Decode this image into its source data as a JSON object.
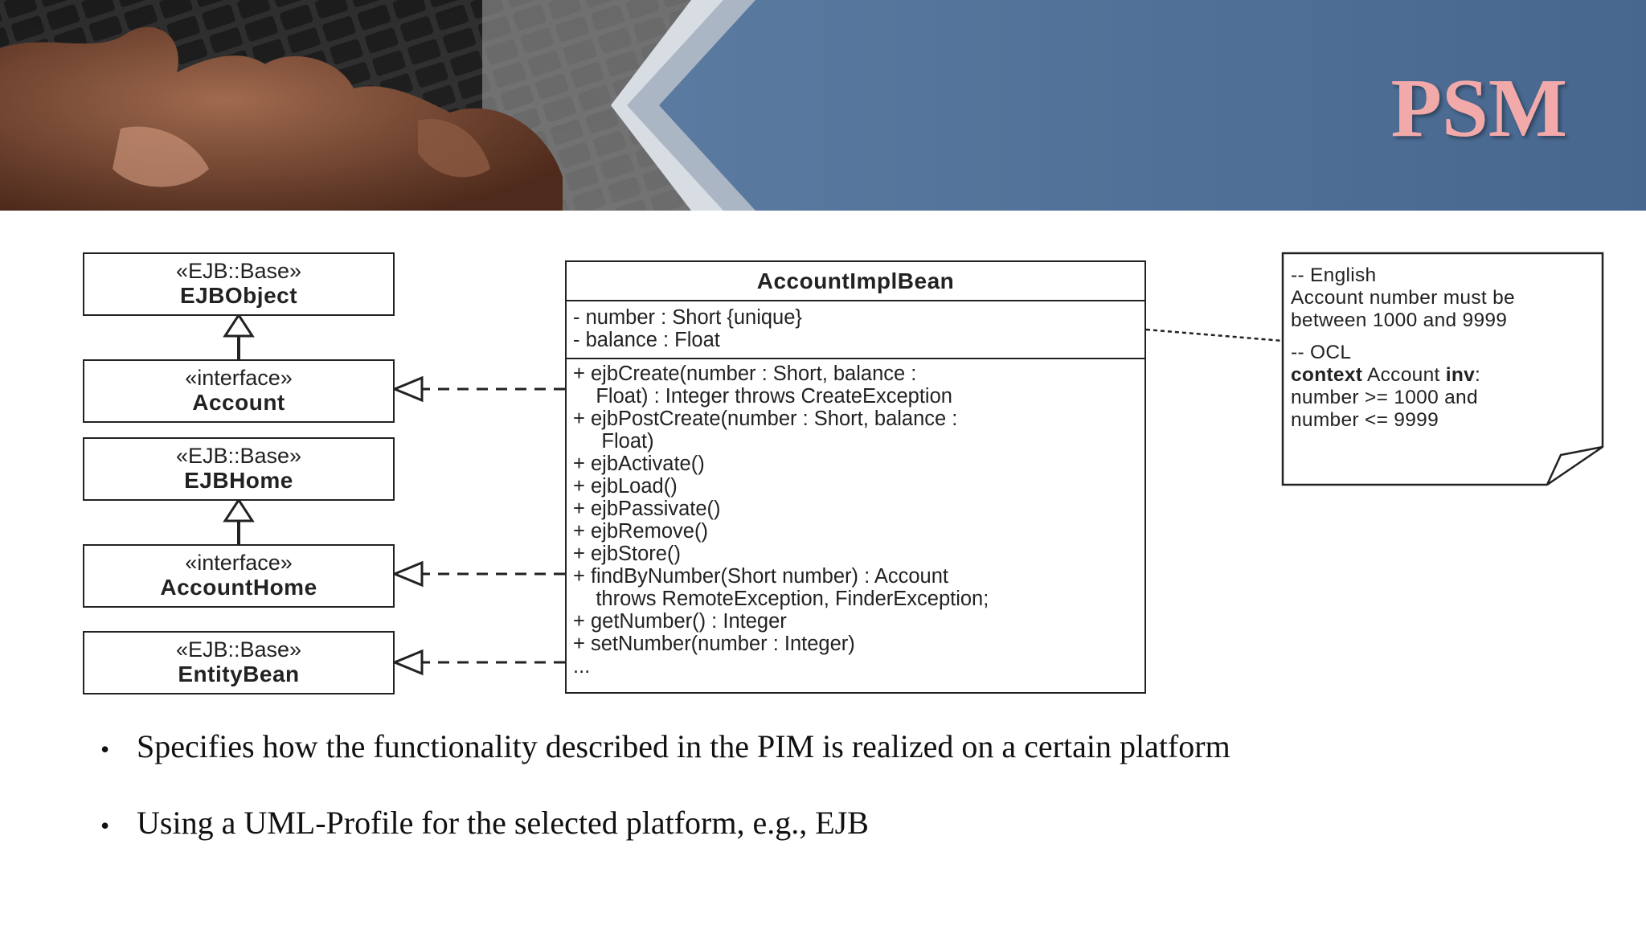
{
  "slide": {
    "title": "PSM"
  },
  "classes": {
    "ejbobject": {
      "stereotype": "«EJB::Base»",
      "name": "EJBObject"
    },
    "account": {
      "stereotype": "«interface»",
      "name": "Account"
    },
    "ejbhome": {
      "stereotype": "«EJB::Base»",
      "name": "EJBHome"
    },
    "accounthome": {
      "stereotype": "«interface»",
      "name": "AccountHome"
    },
    "entitybean": {
      "stereotype": "«EJB::Base»",
      "name": "EntityBean"
    }
  },
  "impl": {
    "name": "AccountImplBean",
    "attributes": [
      "- number : Short {unique}",
      "- balance : Float"
    ],
    "operations": [
      "+ ejbCreate(number : Short, balance :",
      "    Float) : Integer throws CreateException",
      "+ ejbPostCreate(number : Short, balance :",
      "     Float)",
      "+ ejbActivate()",
      "+ ejbLoad()",
      "+ ejbPassivate()",
      "+ ejbRemove()",
      "+ ejbStore()",
      "+ findByNumber(Short number) : Account",
      "    throws RemoteException, FinderException;",
      "+ getNumber() : Integer",
      "+ setNumber(number : Integer)",
      "..."
    ]
  },
  "note": {
    "english_header": "-- English",
    "english_lines": [
      "Account number must be",
      "between 1000 and 9999"
    ],
    "ocl_header": "-- OCL",
    "ocl_context_keyword": "context",
    "ocl_context_name": " Account ",
    "ocl_inv_keyword": "inv",
    "ocl_colon": ":",
    "ocl_lines": [
      "number >= 1000 and",
      "number <= 9999"
    ]
  },
  "bullets": [
    "Specifies how the functionality described in the PIM is  realized on a certain platform",
    "Using a UML-Profile for the selected platform, e.g., EJB"
  ],
  "colors": {
    "banner_blue": "#4d6e96",
    "title_pink": "#f2a9a9",
    "line": "#222222"
  }
}
